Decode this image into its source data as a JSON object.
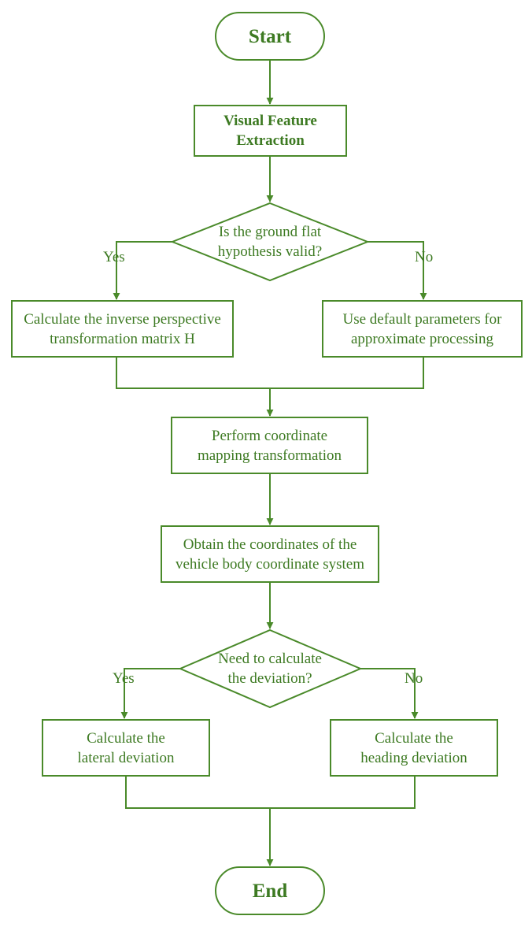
{
  "diagram": {
    "type": "flowchart",
    "colors": {
      "line": "#4a8a2a",
      "text": "#3d7a22",
      "background": "#ffffff"
    },
    "nodes": {
      "start": "Start",
      "visual_feature_extraction": "Visual Feature\nExtraction",
      "ground_flat_decision": "Is the ground flat\nhypothesis valid?",
      "calc_ipm_matrix": "Calculate the inverse perspective\ntransformation matrix H",
      "default_params": "Use default parameters for\napproximate processing",
      "coordinate_mapping": "Perform coordinate\nmapping transformation",
      "obtain_coordinates": "Obtain the coordinates of the\nvehicle body coordinate system",
      "deviation_decision": "Need to calculate\nthe deviation?",
      "lateral_deviation": "Calculate the\nlateral deviation",
      "heading_deviation": "Calculate the\nheading deviation",
      "end": "End"
    },
    "branch_labels": {
      "ground_yes": "Yes",
      "ground_no": "No",
      "deviation_yes": "Yes",
      "deviation_no": "No"
    },
    "edges": [
      {
        "from": "start",
        "to": "visual_feature_extraction"
      },
      {
        "from": "visual_feature_extraction",
        "to": "ground_flat_decision"
      },
      {
        "from": "ground_flat_decision",
        "to": "calc_ipm_matrix",
        "label": "Yes"
      },
      {
        "from": "ground_flat_decision",
        "to": "default_params",
        "label": "No"
      },
      {
        "from": "calc_ipm_matrix",
        "to": "coordinate_mapping"
      },
      {
        "from": "default_params",
        "to": "coordinate_mapping"
      },
      {
        "from": "coordinate_mapping",
        "to": "obtain_coordinates"
      },
      {
        "from": "obtain_coordinates",
        "to": "deviation_decision"
      },
      {
        "from": "deviation_decision",
        "to": "lateral_deviation",
        "label": "Yes"
      },
      {
        "from": "deviation_decision",
        "to": "heading_deviation",
        "label": "No"
      },
      {
        "from": "lateral_deviation",
        "to": "end"
      },
      {
        "from": "heading_deviation",
        "to": "end"
      }
    ]
  }
}
